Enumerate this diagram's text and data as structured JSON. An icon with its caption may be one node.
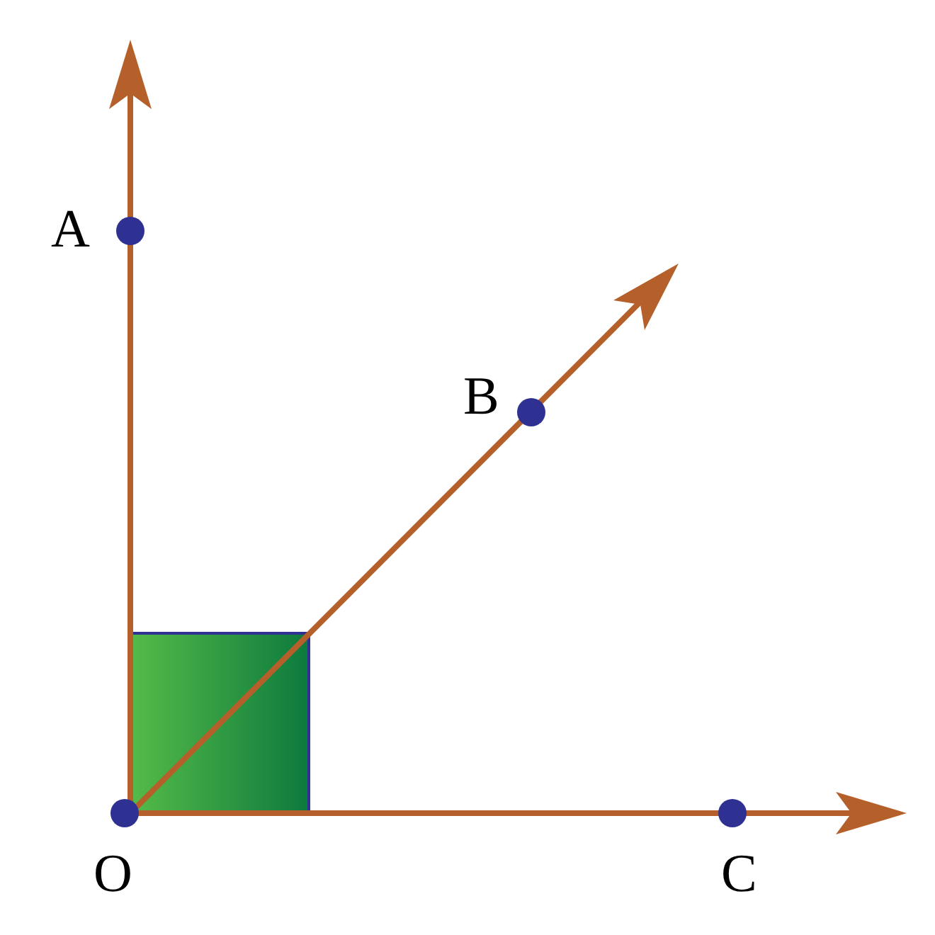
{
  "diagram": {
    "labels": [
      "A",
      "B",
      "O",
      "C"
    ]
  }
}
